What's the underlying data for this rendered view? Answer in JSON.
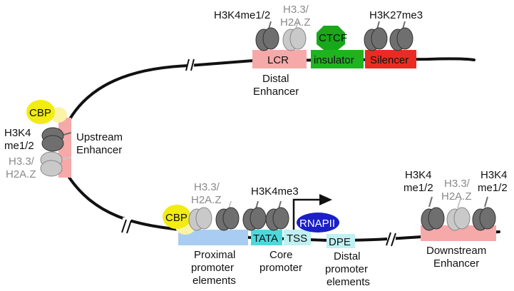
{
  "colors": {
    "dna": "#111111",
    "dark_nucleosome": "#6f6f6f",
    "light_nucleosome": "#c9c9c9",
    "enhancer_pink": "#f6a9a9",
    "silencer_red": "#ea2b23",
    "insulator_green": "#1fb320",
    "ctcf_green": "#18a81a",
    "cbp_yellow": "#f2ec12",
    "cbp_light": "#fbf4a8",
    "proximal_blue": "#a9cdf2",
    "core_cyan": "#4fd8dc",
    "dpe_cyan": "#bff0f2",
    "rnapii_blue": "#1a1fc8"
  },
  "labels": {
    "lcr_h3k4": "H3K4me1/2",
    "lcr_h33_line1": "H3.3/",
    "lcr_h33_line2": "H2A.Z",
    "h3k27": "H3K27me3",
    "ctcf": "CTCF",
    "lcr": "LCR",
    "insulator": "insulator",
    "silencer": "Silencer",
    "distal_enh_line1": "Distal",
    "distal_enh_line2": "Enhancer",
    "cbp_upstream": "CBP",
    "up_h3k4_line1": "H3K4",
    "up_h3k4_line2": "me1/2",
    "up_h33_line1": "H3.3/",
    "up_h33_line2": "H2A.Z",
    "upstream_line1": "Upstream",
    "upstream_line2": "Enhancer",
    "prox_h33_line1": "H3.3/",
    "prox_h33_line2": "H2A.Z",
    "cbp_proximal": "CBP",
    "h3k4me3": "H3K4me3",
    "tata": "TATA",
    "tss": "TSS",
    "rnapii": "RNAPII",
    "dpe": "DPE",
    "proximal_line1": "Proximal",
    "proximal_line2": "promoter",
    "proximal_line3": "elements",
    "core_line1": "Core",
    "core_line2": "promoter",
    "distal_prom_line1": "Distal",
    "distal_prom_line2": "promoter",
    "distal_prom_line3": "elements",
    "down_h3k4a_line1": "H3K4",
    "down_h3k4a_line2": "me1/2",
    "down_h33_line1": "H3.3/",
    "down_h33_line2": "H2A.Z",
    "down_h3k4b_line1": "H3K4",
    "down_h3k4b_line2": "me1/2",
    "downstream_line1": "Downstream",
    "downstream_line2": "Enhancer"
  }
}
